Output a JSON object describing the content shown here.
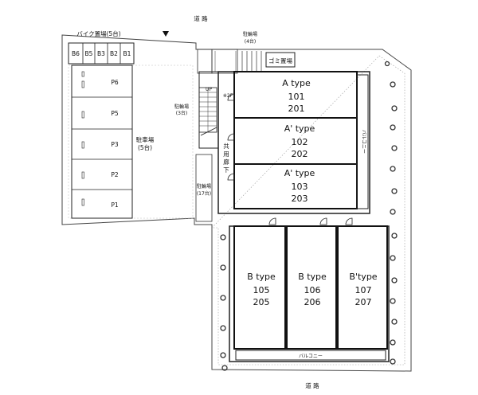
{
  "labels": {
    "road_top": "道 路",
    "road_bottom": "道 路",
    "bike_parking": "バイク置場(5台)",
    "bicycle_parking_top": "駐輪場",
    "bicycle_parking_top_count": "(4台)",
    "garbage": "ゴミ置場",
    "bicycle_parking_mid": "駐輪場",
    "bicycle_parking_mid_count": "(3台)",
    "bicycle_parking_low": "駐輪場",
    "bicycle_parking_low_count": "(17台)",
    "car_parking": "駐車場",
    "car_parking_count": "(5台)",
    "corridor_1": "共",
    "corridor_2": "用",
    "corridor_3": "廊",
    "corridor_4": "下",
    "stair_up": "UP",
    "stair_2f": "※2F",
    "balcony_side": "バルコニー",
    "balcony_bottom": "バルコニー"
  },
  "bike_slots": [
    "B6",
    "B5",
    "B3",
    "B2",
    "B1"
  ],
  "parking_bays": [
    "P6",
    "P5",
    "P3",
    "P2",
    "P1"
  ],
  "units": [
    {
      "type": "A type",
      "num1": "101",
      "num2": "201"
    },
    {
      "type": "A' type",
      "num1": "102",
      "num2": "202"
    },
    {
      "type": "A' type",
      "num1": "103",
      "num2": "203"
    },
    {
      "type": "B type",
      "num1": "105",
      "num2": "205"
    },
    {
      "type": "B type",
      "num1": "106",
      "num2": "206"
    },
    {
      "type": "B'type",
      "num1": "107",
      "num2": "207"
    }
  ]
}
